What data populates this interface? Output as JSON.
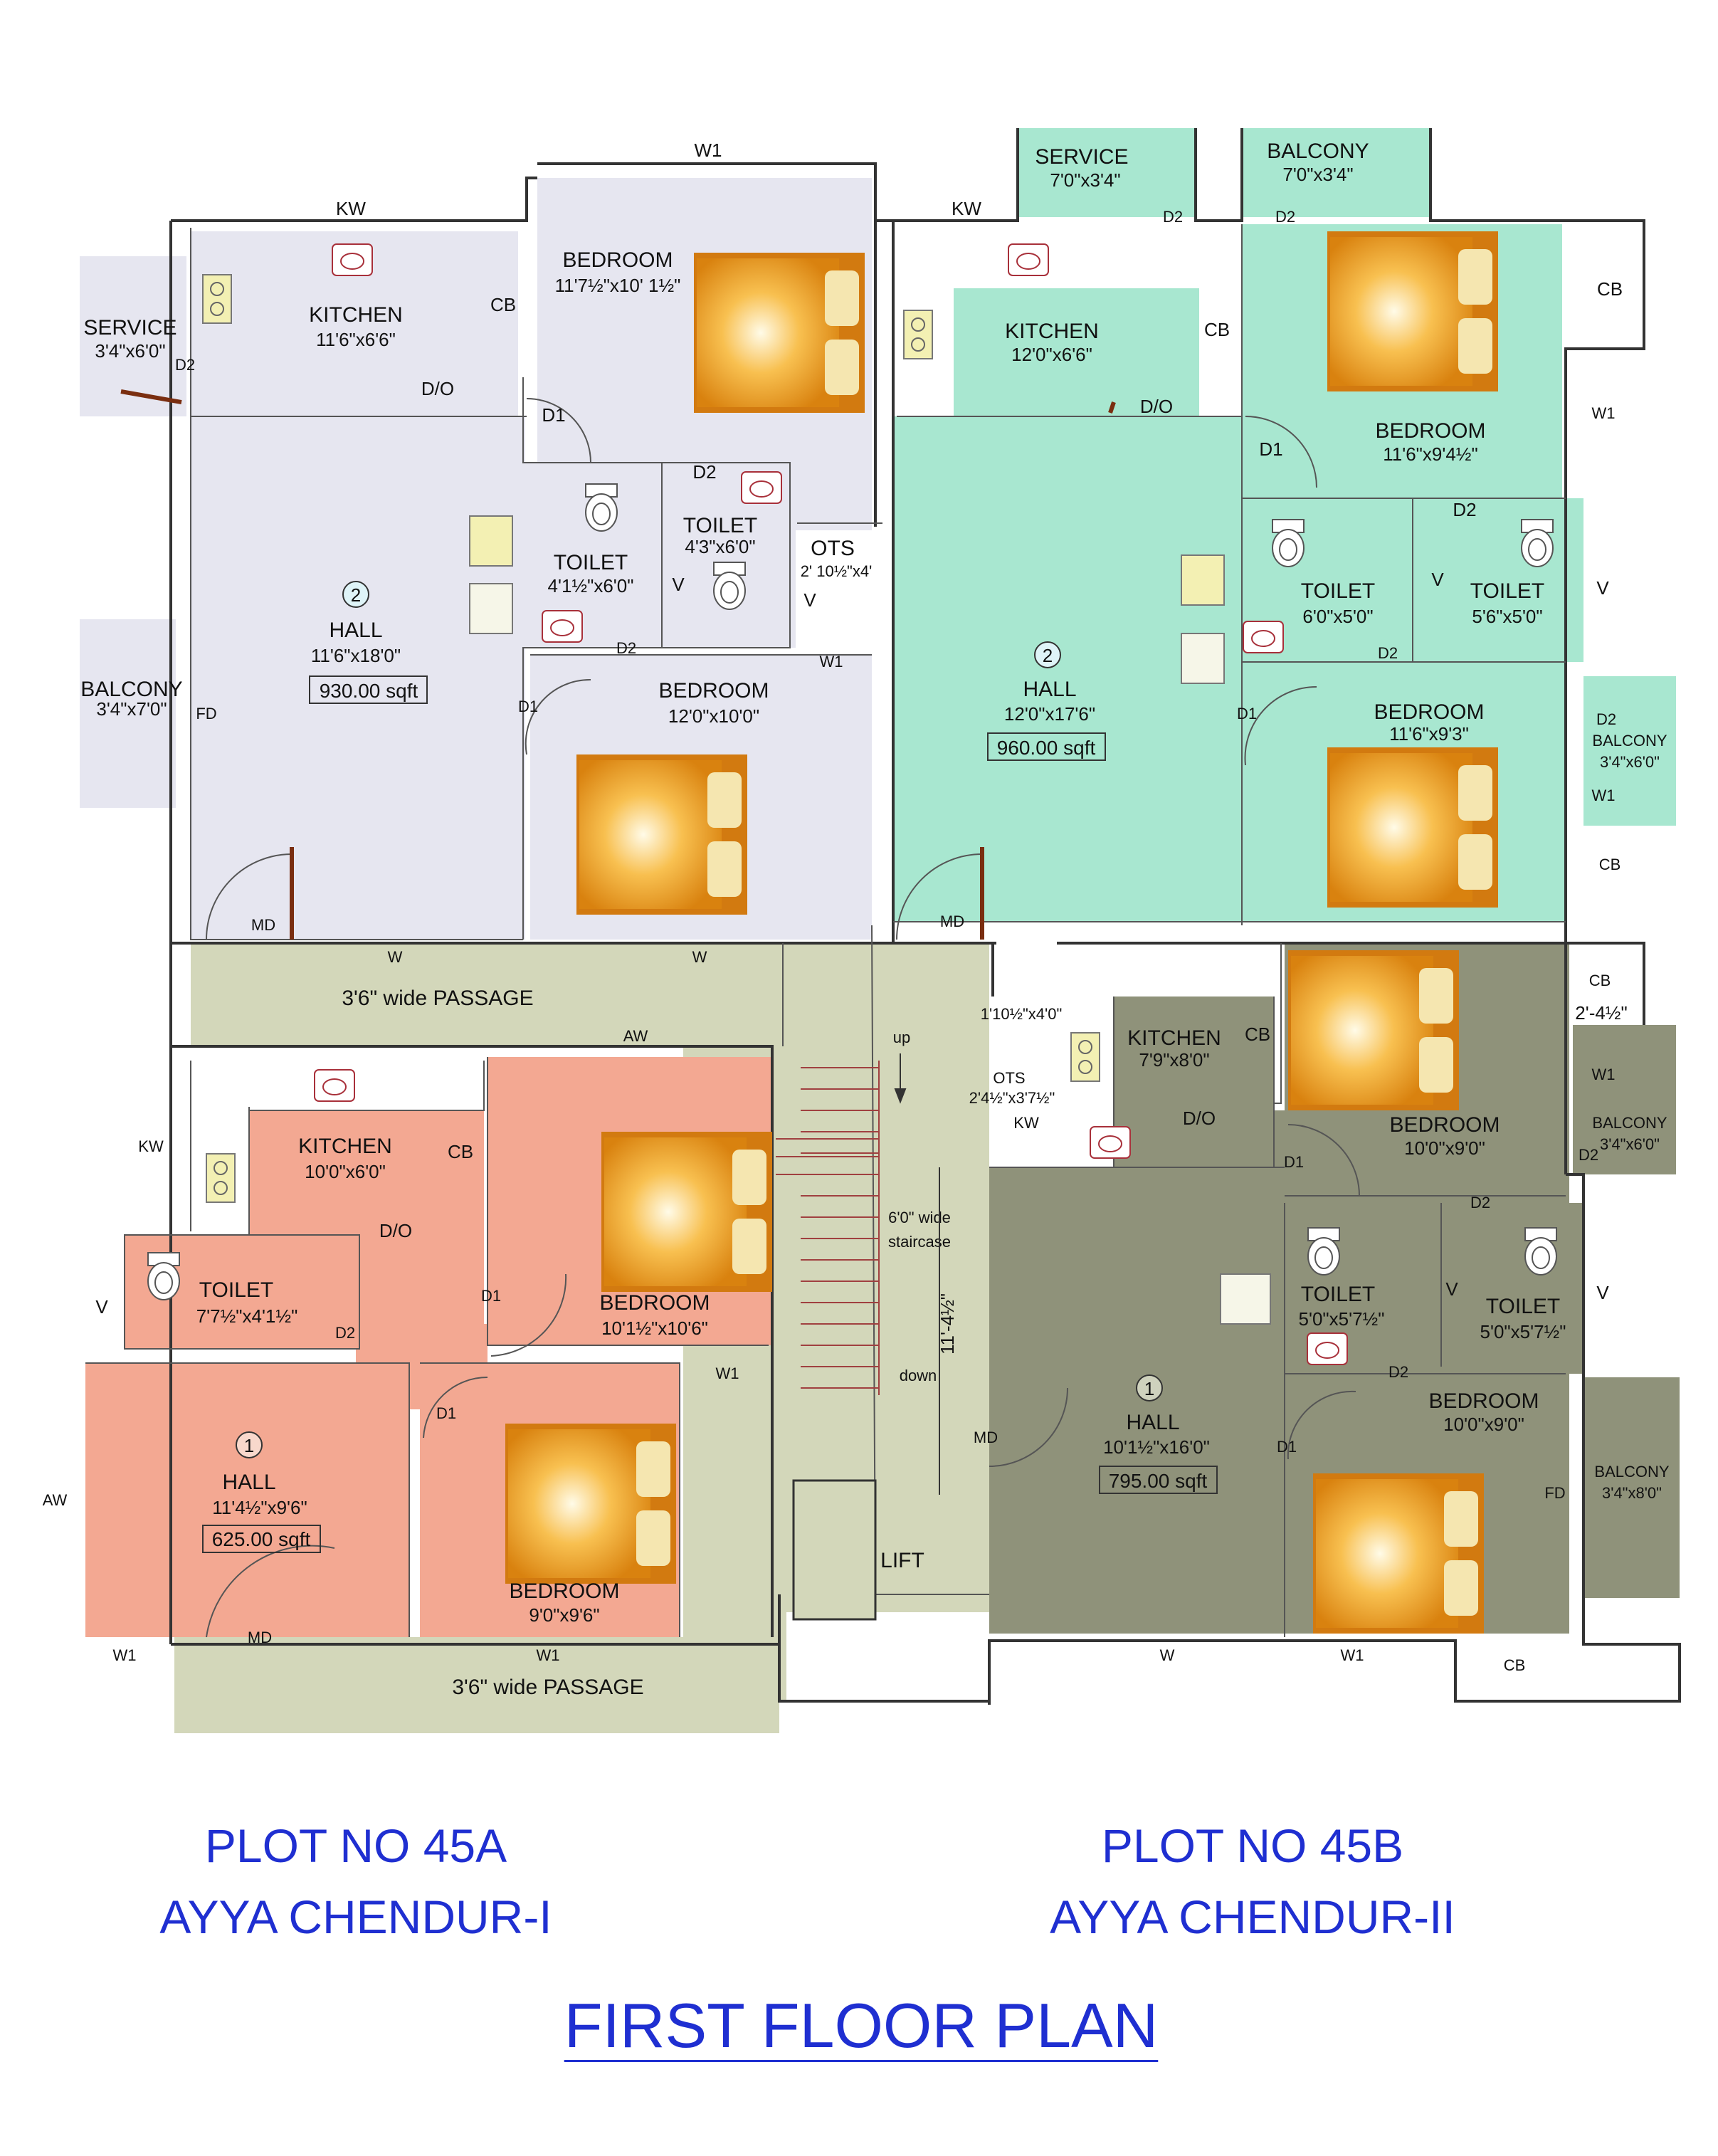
{
  "colors": {
    "unit_45A_2": "#e6e6f0",
    "unit_45B_2": "#a8e7d0",
    "unit_45A_1": "#f3a892",
    "unit_45B_1": "#8f927a",
    "passage": "#d3d7ba",
    "wall": "#333333",
    "footer_text": "#1f2fd1"
  },
  "icons": [
    "bed-icon",
    "toilet-icon",
    "sink-icon",
    "stove-icon",
    "chair-icon",
    "door-swing-icon"
  ],
  "plan": {
    "a2": {
      "unit_no": "2",
      "service": {
        "name": "SERVICE",
        "dim": "3'4\"x6'0\""
      },
      "kitchen": {
        "name": "KITCHEN",
        "dim": "11'6\"x6'6\""
      },
      "bedroom_top": {
        "name": "BEDROOM",
        "dim": "11'7½\"x10' 1½\""
      },
      "toilet_1": {
        "name": "TOILET",
        "dim": "4'1½\"x6'0\""
      },
      "toilet_2": {
        "name": "TOILET",
        "dim": "4'3\"x6'0\""
      },
      "ots": {
        "name": "OTS",
        "dim": "2' 10½\"x4'"
      },
      "hall": {
        "name": "HALL",
        "dim": "11'6\"x18'0\"",
        "area": "930.00 sqft"
      },
      "balcony": {
        "name": "BALCONY",
        "dim": "3'4\"x7'0\""
      },
      "bedroom_bottom": {
        "name": "BEDROOM",
        "dim": "12'0\"x10'0\""
      }
    },
    "b2": {
      "unit_no": "2",
      "service": {
        "name": "SERVICE",
        "dim": "7'0\"x3'4\""
      },
      "balcony_top": {
        "name": "BALCONY",
        "dim": "7'0\"x3'4\""
      },
      "kitchen": {
        "name": "KITCHEN",
        "dim": "12'0\"x6'6\""
      },
      "bedroom_top": {
        "name": "BEDROOM",
        "dim": "11'6\"x9'4½\""
      },
      "toilet_1": {
        "name": "TOILET",
        "dim": "6'0\"x5'0\""
      },
      "toilet_2": {
        "name": "TOILET",
        "dim": "5'6\"x5'0\""
      },
      "hall": {
        "name": "HALL",
        "dim": "12'0\"x17'6\"",
        "area": "960.00 sqft"
      },
      "bedroom_bottom": {
        "name": "BEDROOM",
        "dim": "11'6\"x9'3\""
      },
      "balcony_right": {
        "name": "BALCONY",
        "dim": "3'4\"x6'0\""
      }
    },
    "a1": {
      "unit_no": "1",
      "kitchen": {
        "name": "KITCHEN",
        "dim": "10'0\"x6'0\""
      },
      "toilet": {
        "name": "TOILET",
        "dim": "7'7½\"x4'1½\""
      },
      "bedroom_top": {
        "name": "BEDROOM",
        "dim": "10'1½\"x10'6\""
      },
      "hall": {
        "name": "HALL",
        "dim": "11'4½\"x9'6\"",
        "area": "625.00 sqft"
      },
      "bedroom_bottom": {
        "name": "BEDROOM",
        "dim": "9'0\"x9'6\""
      }
    },
    "b1": {
      "unit_no": "1",
      "kitchen": {
        "name": "KITCHEN",
        "dim": "7'9\"x8'0\""
      },
      "ots": {
        "name": "OTS",
        "dim": "2'4½\"x3'7½\""
      },
      "bedroom_top": {
        "name": "BEDROOM",
        "dim": "10'0\"x9'0\""
      },
      "balcony_top": {
        "name": "BALCONY",
        "dim": "3'4\"x6'0\""
      },
      "toilet_1": {
        "name": "TOILET",
        "dim": "5'0\"x5'7½\""
      },
      "toilet_2": {
        "name": "TOILET",
        "dim": "5'0\"x5'7½\""
      },
      "hall": {
        "name": "HALL",
        "dim": "10'1½\"x16'0\"",
        "area": "795.00 sqft"
      },
      "bedroom_bottom": {
        "name": "BEDROOM",
        "dim": "10'0\"x9'0\""
      },
      "balcony_bottom": {
        "name": "BALCONY",
        "dim": "3'4\"x8'0\""
      }
    },
    "common": {
      "passage_top": "3'6\" wide PASSAGE",
      "passage_bottom": "3'6\" wide PASSAGE",
      "staircase_line1": "6'0\" wide",
      "staircase_line2": "staircase",
      "stair_up": "up",
      "stair_down": "down",
      "stair_dim": "11'-4½\"",
      "lift": "LIFT",
      "duct_dim": "1'10½\"x4'0\"",
      "shaft_dim": "2'-4½\""
    },
    "tags": {
      "kw": "KW",
      "cb": "CB",
      "do": "D/O",
      "d1": "D1",
      "d2": "D2",
      "w": "W",
      "w1": "W1",
      "v": "V",
      "fd": "FD",
      "md": "MD",
      "aw": "AW"
    }
  },
  "footer": {
    "plot_a": "PLOT NO 45A",
    "name_a": "AYYA CHENDUR-I",
    "plot_b": "PLOT NO 45B",
    "name_b": "AYYA CHENDUR-II",
    "title": "FIRST FLOOR PLAN"
  }
}
